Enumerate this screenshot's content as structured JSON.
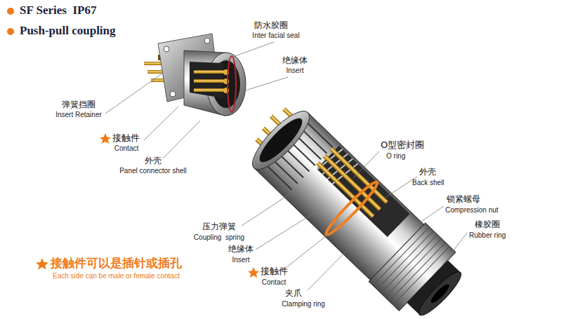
{
  "diagram": {
    "labels": [
      "SF Series  IP67",
      "Push-pull coupling",
      "防水胶圈",
      "Inter facial seal",
      "绝缘体",
      "Insert",
      "弹簧挡圈",
      "Insert Retainer",
      "接触件",
      "Contact",
      "外壳",
      "Panel connector shell",
      "O型密封圈",
      "O ring",
      "外壳",
      "Back shell",
      "锁紧螺母",
      "Compression nut",
      "橡胶圈",
      "Rubber ring",
      "压力弹簧",
      "Coupling  spring",
      "绝缘体",
      "Insert",
      "接触件",
      "Contact",
      "夹爪",
      "Clamping ring",
      "接触件可以是插针或插孔",
      "Each side can be male or female contact"
    ]
  }
}
